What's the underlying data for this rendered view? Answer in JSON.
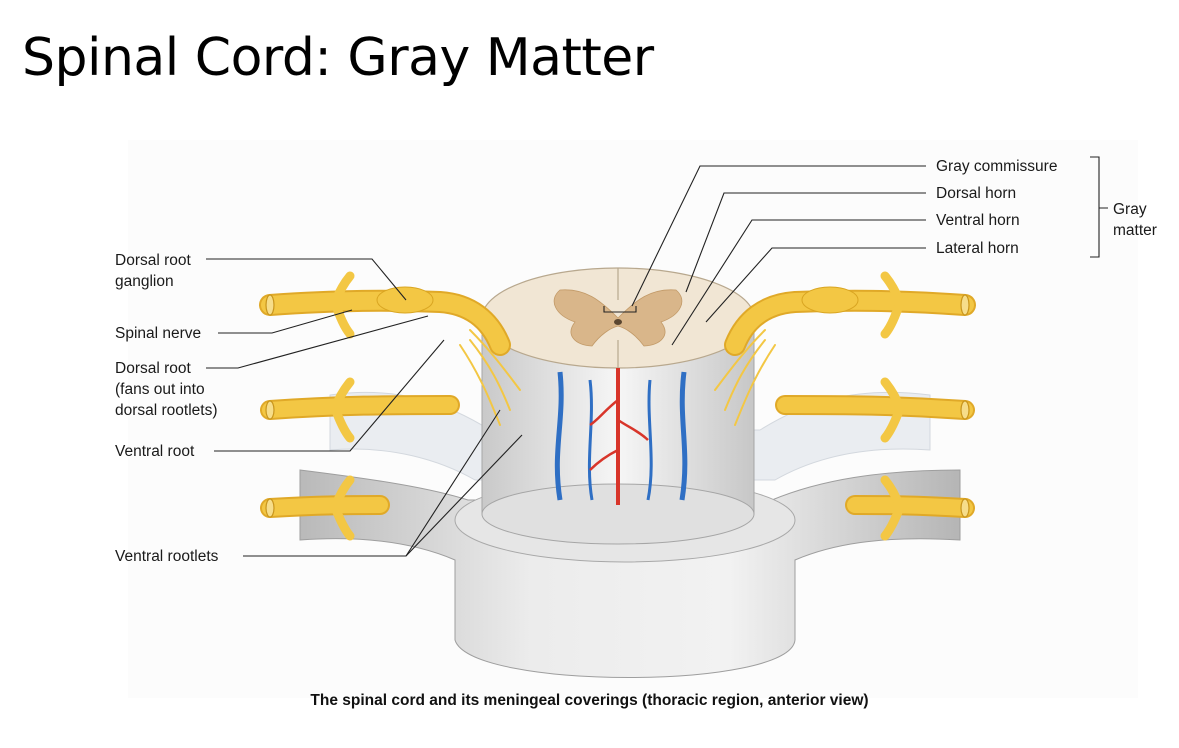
{
  "slide": {
    "title": "Spinal Cord: Gray Matter"
  },
  "figure": {
    "caption": "The spinal cord and its meningeal coverings (thoracic region, anterior view)",
    "labels_left": {
      "dorsal_root_ganglion": "Dorsal root\nganglion",
      "spinal_nerve": "Spinal nerve",
      "dorsal_root": "Dorsal root\n(fans out into\ndorsal rootlets)",
      "ventral_root": "Ventral root",
      "ventral_rootlets": "Ventral rootlets"
    },
    "labels_right": {
      "gray_commissure": "Gray commissure",
      "dorsal_horn": "Dorsal horn",
      "ventral_horn": "Ventral horn",
      "lateral_horn": "Lateral horn",
      "gray_matter_group": "Gray\nmatter"
    },
    "colors": {
      "nerve": "#f3c744",
      "nerve_dark": "#d9a521",
      "white_matter": "#f1e6d4",
      "gray_matter": "#d9b68a",
      "meninges": "#d4d4d4",
      "vein": "#2f6fc4",
      "artery": "#d8352a"
    }
  }
}
